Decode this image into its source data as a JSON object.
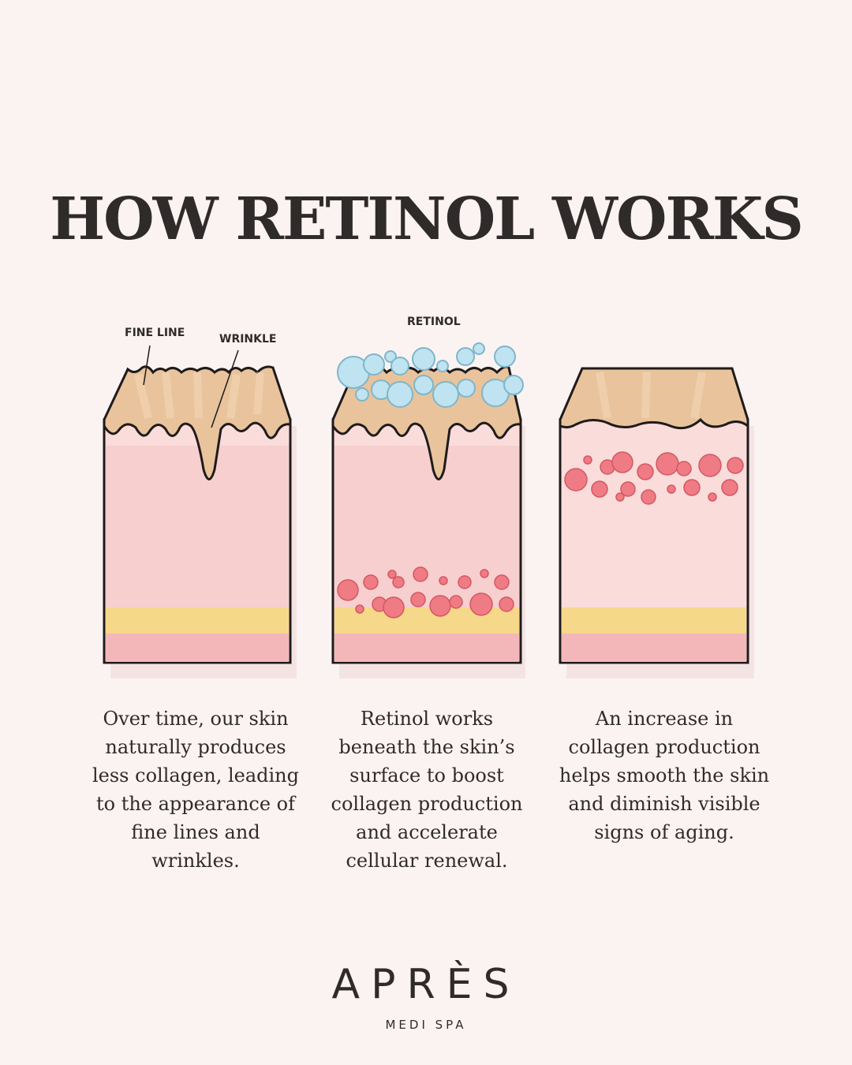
{
  "title": "HOW RETINOL WORKS",
  "labels": {
    "fine_line": "FINE LINE",
    "wrinkle": "WRINKLE",
    "retinol": "RETINOL"
  },
  "captions": [
    "Over time, our skin naturally produces less collagen, leading to the appearance of fine lines and wrinkles.",
    "Retinol works beneath the skin’s surface to boost collagen production and accelerate cellular renewal.",
    "An increase in collagen production helps smooth the skin and diminish visible signs of aging."
  ],
  "brand": {
    "name": "APRÈS",
    "subtitle": "MEDI SPA"
  },
  "colors": {
    "background": "#fbf3f2",
    "epidermis": "#e9c39c",
    "dermis": "#f7c6c6",
    "fat_layer": "#f5d98a",
    "base_layer": "#f4b7b9",
    "collagen": "#ef7b84",
    "retinol": "#bfe3f0"
  }
}
